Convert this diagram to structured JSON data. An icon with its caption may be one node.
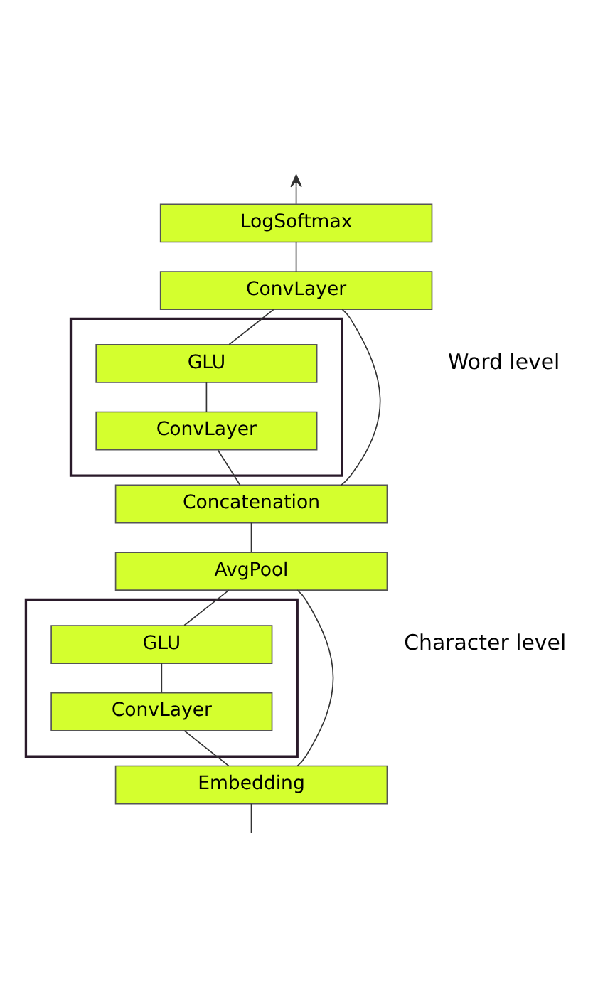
{
  "diagram": {
    "nodes": [
      {
        "text": [
          "LogSoftmax"
        ]
      },
      {
        "text": [
          "ConvLayer"
        ]
      },
      {
        "text": [],
        "shape": "box"
      },
      {
        "text": [
          "GLU"
        ],
        "in": 2
      },
      {
        "text": [
          "ConvLayer"
        ],
        "in": 2
      },
      {
        "text": [
          "Concatenation"
        ]
      },
      {
        "text": [
          "AvgPool"
        ]
      },
      {
        "text": [],
        "shape": "box"
      },
      {
        "text": [
          "GLU"
        ],
        "in": 7
      },
      {
        "text": [
          "ConvLayer"
        ],
        "in": 7
      },
      {
        "text": [
          "Embedding"
        ]
      }
    ],
    "edges": [
      {
        "from": null,
        "to": 10,
        "arrow": "none"
      },
      {
        "from": 10,
        "to": 9,
        "arrow": "none"
      },
      {
        "from": 9,
        "to": 8,
        "arrow": "none"
      },
      {
        "from": 8,
        "to": 6,
        "arrow": "none"
      },
      {
        "from": 10,
        "to": 6,
        "arrow": "none"
      },
      {
        "from": 6,
        "to": 5,
        "arrow": "none"
      },
      {
        "from": 5,
        "to": 4,
        "arrow": "none"
      },
      {
        "from": 4,
        "to": 3,
        "arrow": "none"
      },
      {
        "from": 3,
        "to": 1,
        "arrow": "none"
      },
      {
        "from": 5,
        "to": 1,
        "arrow": "none"
      },
      {
        "from": 1,
        "to": 0,
        "arrow": "none"
      },
      {
        "from": 0,
        "to": null,
        "arrow": "to"
      }
    ],
    "labels": [
      "Word level",
      "Character level"
    ]
  }
}
